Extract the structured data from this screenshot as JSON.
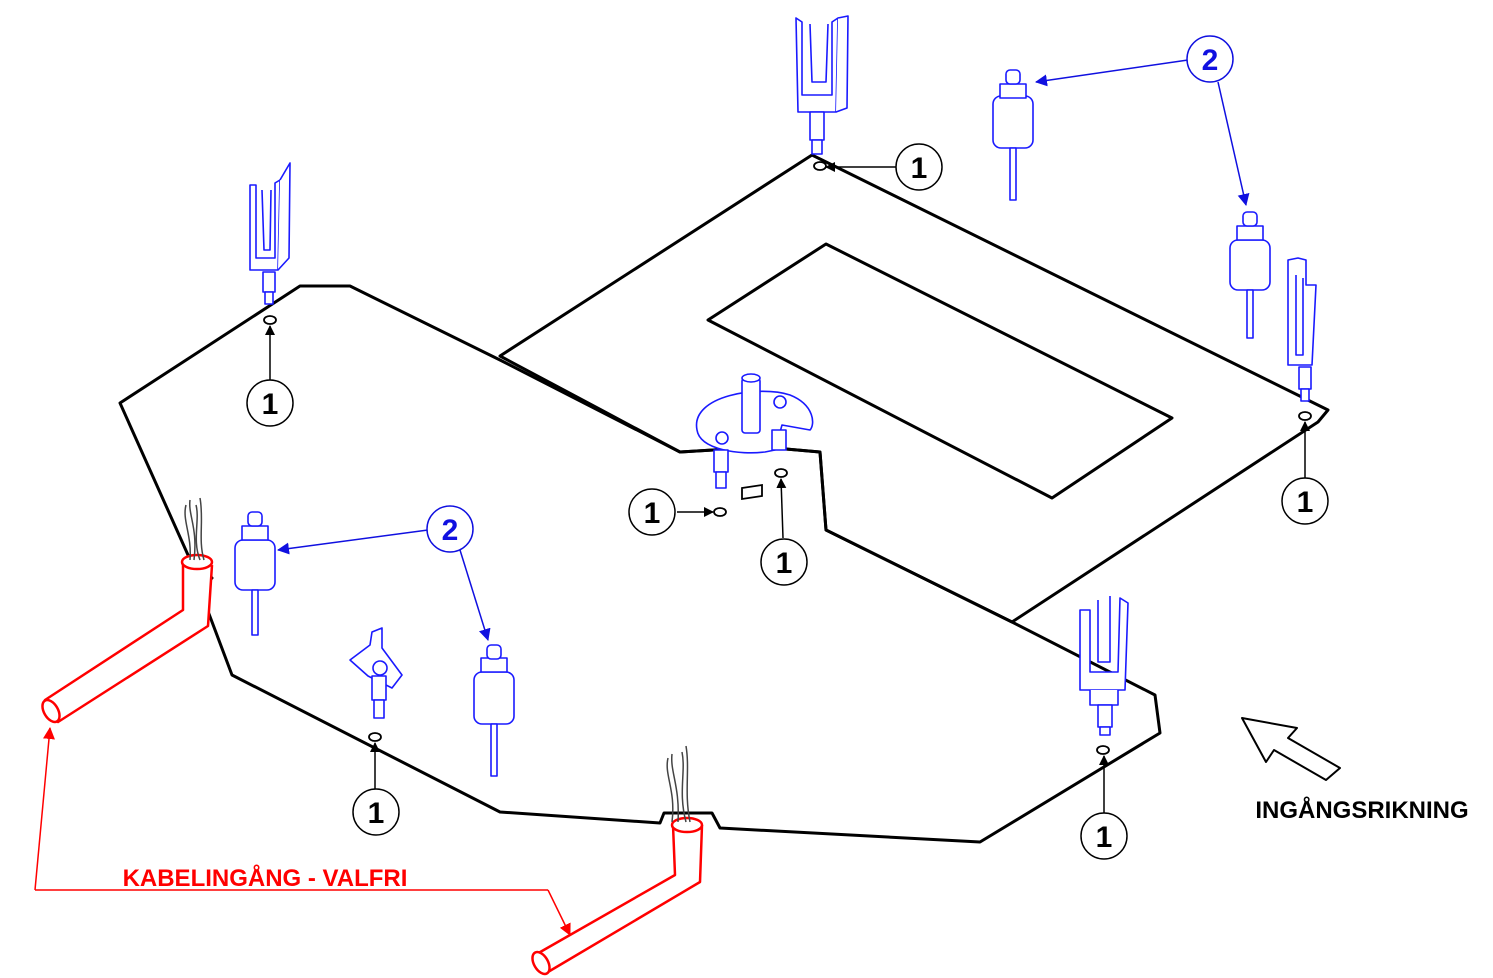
{
  "labels": {
    "cable_entry": "KABELINGÅNG - VALFRI",
    "entry_direction": "INGÅNGSRIKNING"
  },
  "callouts": {
    "one": "1",
    "two": "2"
  },
  "colors": {
    "outline": "#000000",
    "part_blue": "#1a1aff",
    "callout_blue": "#1010e0",
    "cable_red": "#ff0000"
  },
  "icons": [
    "direction-arrow-icon"
  ]
}
